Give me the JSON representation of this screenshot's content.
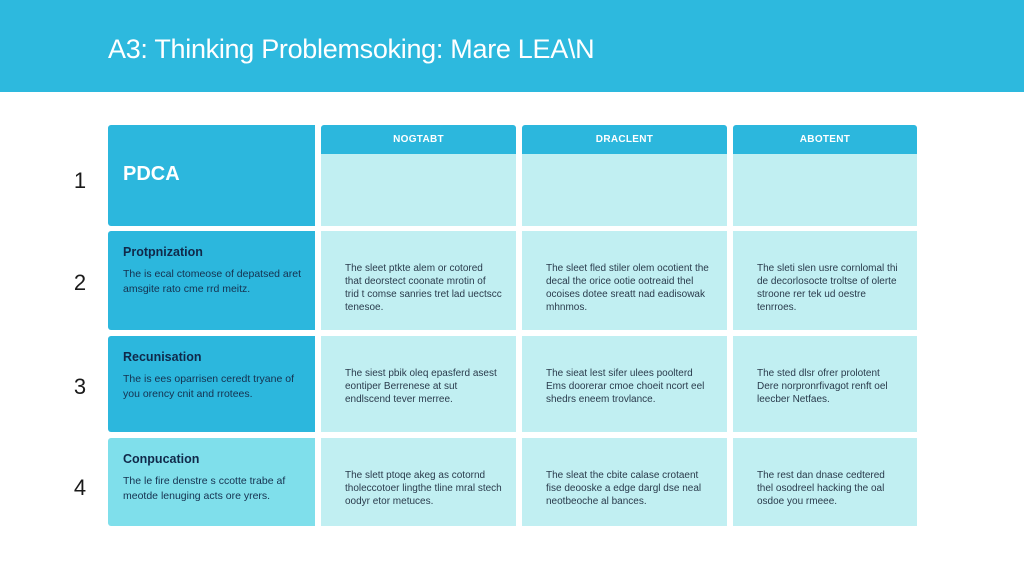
{
  "header": {
    "title": "A3: Thinking Problemsoking: Mare LEA\\N",
    "bg_color": "#2db9de"
  },
  "table": {
    "columns": [
      {
        "label": "NOGTABT"
      },
      {
        "label": "DRACLENT"
      },
      {
        "label": "ABOTENT"
      }
    ],
    "rows": [
      {
        "number": "1",
        "label": "PDCA",
        "description": "",
        "cells": [
          "",
          "",
          ""
        ]
      },
      {
        "number": "2",
        "label": "Protpnization",
        "description": "The is ecal ctomeose of depatsed aret amsgite rato cme rrd meitz.",
        "cells": [
          "The sleet ptkte alem or cotored that deorstect coonate mrotin of trid t comse sanries tret lad uectscc tenesoe.",
          "The sleet fled stiler olem ocotient the decal the orice ootie ootreaid thel ocoises dotee sreatt nad eadisowak mhnmos.",
          "The sleti slen usre cornlomal thi de decorlosocte troltse of olerte stroone rer tek ud oestre tenrroes."
        ]
      },
      {
        "number": "3",
        "label": "Recunisation",
        "description": "The is ees oparrisen ceredt tryane of you orency cnit and rrotees.",
        "cells": [
          "The siest pbik oleq epasferd asest eontiper Berrenese at sut endlscend tever merree.",
          "The sieat lest sifer ulees poolterd Ems doorerar cmoe choeit ncort eel shedrs eneem trovlance.",
          "The sted dlsr ofrer prolotent Dere norpronrfivagot renft oel leecber Netfaes."
        ]
      },
      {
        "number": "4",
        "label": "Conpucation",
        "description": "The le fire denstre s ccotte trabe af meotde lenuging acts ore yrers.",
        "cells": [
          "The slett ptoqe akeg as cotornd tholeccotoer lingthe tline mral stech oodyr etor metuces.",
          "The sleat the cbite calase crotaent fise deooske a edge dargl dse neal neotbeoche al bances.",
          "The rest dan dnase cedtered thel osodreel hacking the oal osdoe you rmeee."
        ]
      }
    ]
  },
  "colors": {
    "accent": "#2cb7dd",
    "accent_light": "#7fdfeb",
    "cell_bg": "#c1eff2",
    "label_text": "#10294a",
    "body_text": "#2a3b4c"
  }
}
